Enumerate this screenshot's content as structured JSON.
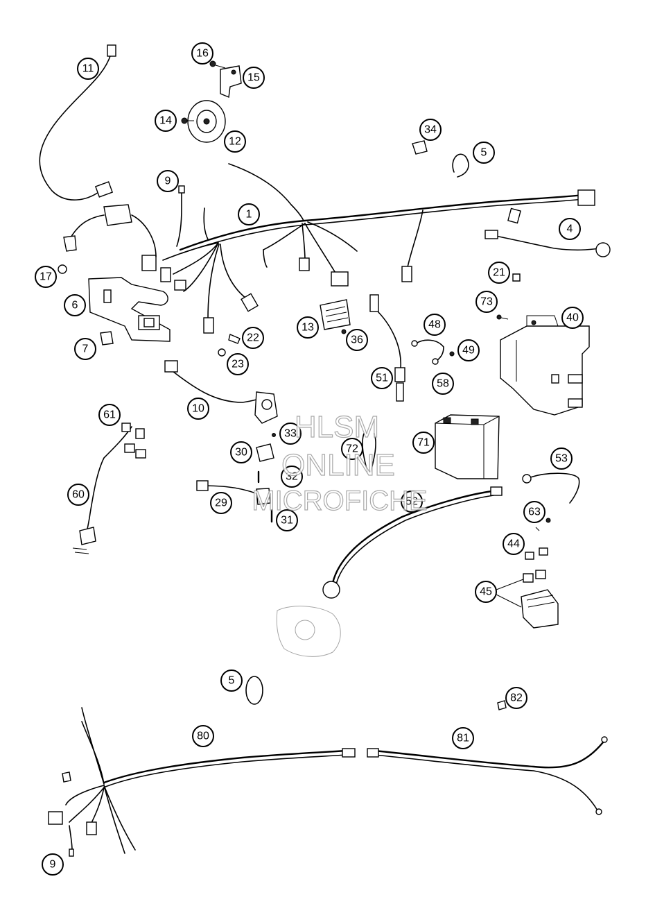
{
  "watermark": {
    "line1": "HLSM",
    "line2": "ONLINE",
    "line3": "MICROFICHE"
  },
  "callouts": [
    {
      "key": "c11",
      "label": "11"
    },
    {
      "key": "c16",
      "label": "16"
    },
    {
      "key": "c15",
      "label": "15"
    },
    {
      "key": "c14",
      "label": "14"
    },
    {
      "key": "c12",
      "label": "12"
    },
    {
      "key": "c34",
      "label": "34"
    },
    {
      "key": "c5a",
      "label": "5"
    },
    {
      "key": "c9a",
      "label": "9"
    },
    {
      "key": "c1",
      "label": "1"
    },
    {
      "key": "c4",
      "label": "4"
    },
    {
      "key": "c17",
      "label": "17"
    },
    {
      "key": "c21",
      "label": "21"
    },
    {
      "key": "c6",
      "label": "6"
    },
    {
      "key": "c73",
      "label": "73"
    },
    {
      "key": "c40",
      "label": "40"
    },
    {
      "key": "c13",
      "label": "13"
    },
    {
      "key": "c48",
      "label": "48"
    },
    {
      "key": "c22",
      "label": "22"
    },
    {
      "key": "c36",
      "label": "36"
    },
    {
      "key": "c49",
      "label": "49"
    },
    {
      "key": "c7",
      "label": "7"
    },
    {
      "key": "c23",
      "label": "23"
    },
    {
      "key": "c51",
      "label": "51"
    },
    {
      "key": "c58",
      "label": "58"
    },
    {
      "key": "c10",
      "label": "10"
    },
    {
      "key": "c61",
      "label": "61"
    },
    {
      "key": "c33",
      "label": "33"
    },
    {
      "key": "c71",
      "label": "71"
    },
    {
      "key": "c30",
      "label": "30"
    },
    {
      "key": "c72",
      "label": "72"
    },
    {
      "key": "c53",
      "label": "53"
    },
    {
      "key": "c32",
      "label": "32"
    },
    {
      "key": "c60",
      "label": "60"
    },
    {
      "key": "c29",
      "label": "29"
    },
    {
      "key": "c52",
      "label": "52"
    },
    {
      "key": "c63",
      "label": "63"
    },
    {
      "key": "c31",
      "label": "31"
    },
    {
      "key": "c44",
      "label": "44"
    },
    {
      "key": "c45",
      "label": "45"
    },
    {
      "key": "c5b",
      "label": "5"
    },
    {
      "key": "c82",
      "label": "82"
    },
    {
      "key": "c80",
      "label": "80"
    },
    {
      "key": "c81",
      "label": "81"
    },
    {
      "key": "c9b",
      "label": "9"
    }
  ]
}
